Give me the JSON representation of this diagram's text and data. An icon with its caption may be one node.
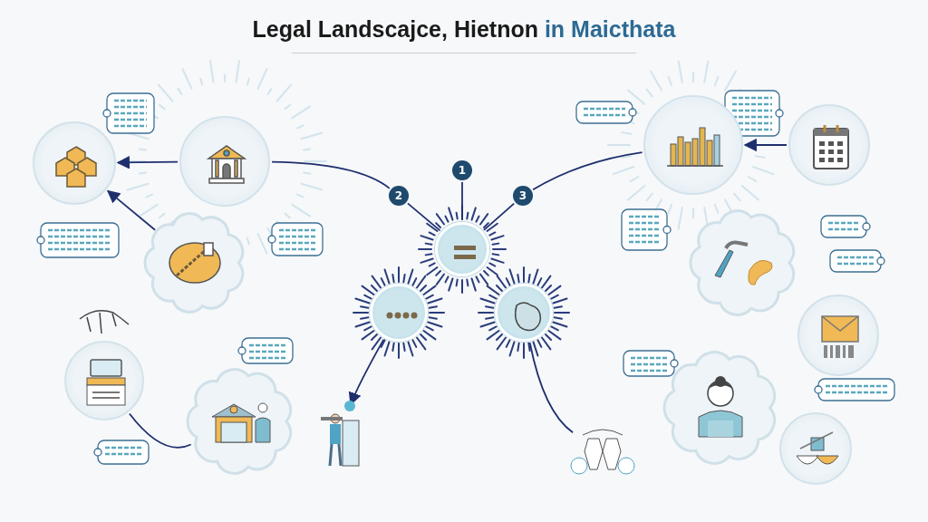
{
  "diagram": {
    "title": "Legal Landscajce, Hietnon in Maicthata",
    "nodes": [
      {
        "text": [],
        "shape": "circle"
      },
      {
        "text": [],
        "shape": "circle"
      },
      {
        "text": [],
        "shape": "cloud"
      },
      {
        "text": [
          "1"
        ]
      },
      {
        "text": [
          "2"
        ]
      },
      {
        "text": [
          "3"
        ]
      },
      {
        "text": [],
        "shape": "circle"
      },
      {
        "text": [],
        "shape": "circle"
      },
      {
        "text": [],
        "shape": "circle"
      },
      {
        "text": [],
        "shape": "circle"
      },
      {
        "text": [],
        "shape": "circle"
      },
      {
        "text": [],
        "shape": "cloud"
      },
      {
        "text": [],
        "shape": "circle"
      },
      {
        "text": [],
        "shape": "circle"
      },
      {
        "text": [],
        "shape": "cloud"
      },
      {
        "text": [],
        "shape": "picture"
      },
      {
        "text": [],
        "shape": "cloud"
      },
      {
        "text": [],
        "shape": "picture"
      },
      {
        "text": [],
        "shape": "circle"
      }
    ],
    "edges": [
      {
        "from": 1,
        "to": 0,
        "arrow": "to"
      },
      {
        "from": 2,
        "to": 0,
        "arrow": "to"
      },
      {
        "from": 1,
        "to": 4,
        "arrow": "none"
      },
      {
        "from": 4,
        "to": 6,
        "arrow": "none"
      },
      {
        "from": 3,
        "to": 6,
        "arrow": "none"
      },
      {
        "from": 9,
        "to": 5,
        "arrow": "none"
      },
      {
        "from": 5,
        "to": 6,
        "arrow": "none"
      },
      {
        "from": 10,
        "to": 9,
        "arrow": "to"
      },
      {
        "from": 13,
        "to": 14,
        "arrow": "none"
      },
      {
        "from": 7,
        "to": 15,
        "arrow": "to"
      },
      {
        "from": 8,
        "to": 17,
        "arrow": "none"
      }
    ]
  }
}
